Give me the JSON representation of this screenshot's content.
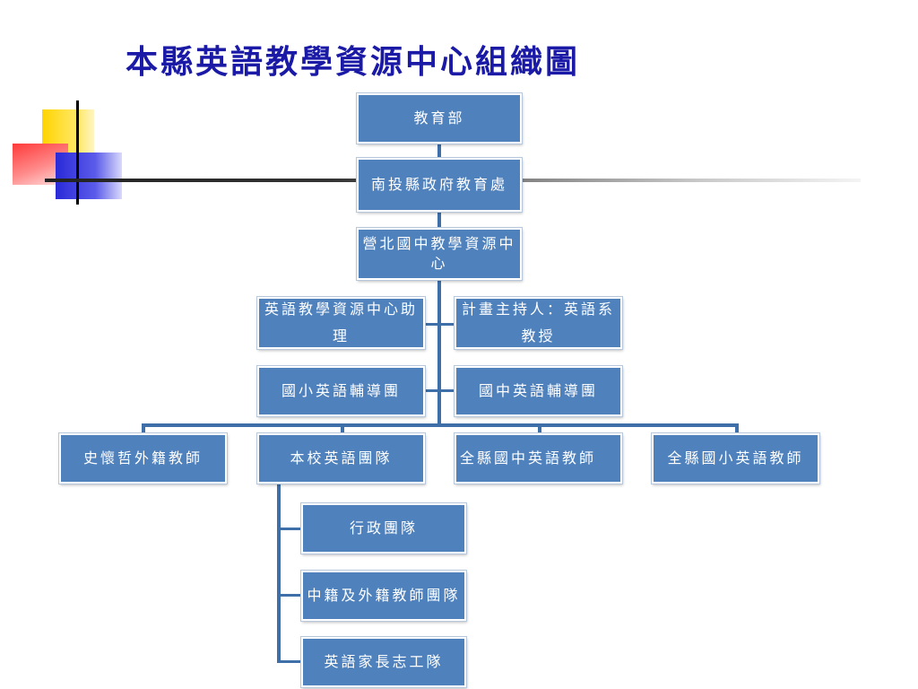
{
  "title": "本縣英語教學資源中心組織圖",
  "nodes": {
    "moe": "教育部",
    "county_bureau": "南投縣政府教育處",
    "center": "營北國中教學資源中心",
    "assistant": "英語教學資源中心助理",
    "host": "計畫主持人：英語系教授",
    "elem_team": "國小英語輔導團",
    "junior_team": "國中英語輔導團",
    "foreign_teacher": "史懷哲外籍教師",
    "school_team": "本校英語團隊",
    "county_junior": "全縣國中英語教師",
    "county_elem": "全縣國小英語教師",
    "admin_team": "行政團隊",
    "local_foreign_team": "中籍及外籍教師團隊",
    "parent_volunteer": "英語家長志工隊"
  },
  "colors": {
    "node_fill": "#4f81bd",
    "title": "#1a1aa6",
    "connector": "#3f6fa9"
  }
}
